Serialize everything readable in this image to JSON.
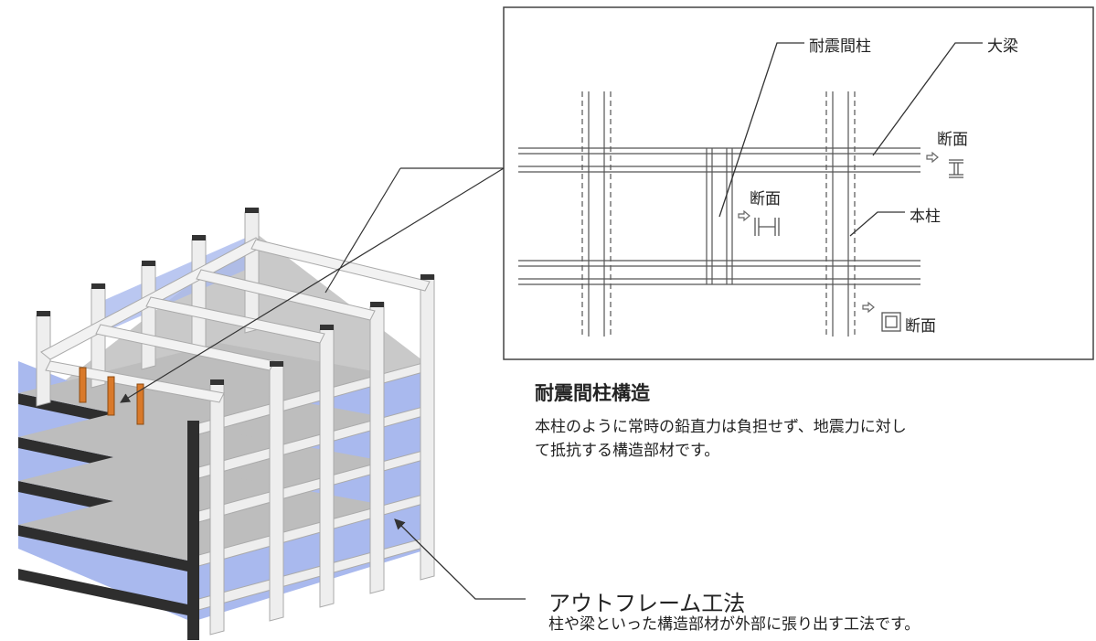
{
  "detail": {
    "intermediate_column": "耐震間柱",
    "girder": "大梁",
    "section_girder": "断面",
    "section_intermediate": "断面",
    "main_column": "本柱",
    "section_main_column": "断面"
  },
  "seismic": {
    "title": "耐震間柱構造",
    "line1": "本柱のように常時の鉛直力は負担せず、地震力に対し",
    "line2": "て抵抗する構造部材です。"
  },
  "outframe": {
    "title": "アウトフレーム工法",
    "line1": "柱や梁といった構造部材が外部に張り出す工法です。"
  },
  "colors": {
    "glass": "#a9b9ee",
    "column": "#eeeeee",
    "slab_edge": "#3a3a3a",
    "slab_top": "#bdbdbd",
    "intermediate_column": "#d9792a",
    "line": "#333333"
  }
}
